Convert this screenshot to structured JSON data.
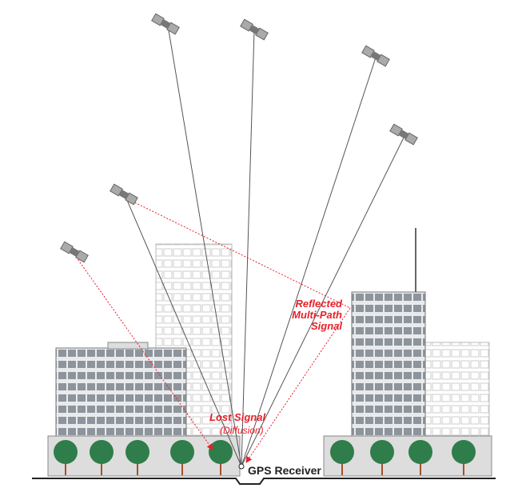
{
  "labels": {
    "reflected": [
      "Reflected",
      "Multi-Path",
      "Signal"
    ],
    "lost": "Lost Signal",
    "diffusion": "(Diffusion)",
    "receiver": "GPS Receiver"
  },
  "colors": {
    "signal": "#e8202a",
    "line": "#555555",
    "building": "#8a8f96",
    "tree": "#2f7d4a"
  }
}
